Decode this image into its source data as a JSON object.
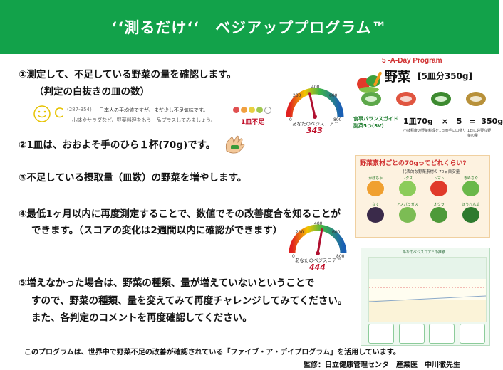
{
  "header": {
    "title": "‘‘測るだけ‘‘　ベジアッププログラム™"
  },
  "steps": [
    {
      "text": "①測定して、不足している野菜の量を確認します。"
    },
    {
      "text": "（判定の白抜きの皿の数）"
    },
    {
      "text": "②1皿は、おおよそ手のひら１杯(70g)です。"
    },
    {
      "text": "③不足している摂取量（皿数）の野菜を増やします。"
    },
    {
      "text": "④最低1ヶ月以内に再度測定することで、数値でその改善度合を知ることが"
    },
    {
      "text": "できます。（スコアの変化は2週間以内に確認ができます）"
    },
    {
      "text": "⑤増えなかった場合は、野菜の種類、量が増えていないということで"
    },
    {
      "text": "すので、野菜の種類、量を変えてみて再度チャレンジしてみてください。"
    },
    {
      "text": "また、各判定のコメントを再度確認してください。"
    }
  ],
  "judgement": {
    "range": "(287-354)",
    "comment1": "日本人の平均値ですが、まだ少し不足気味です。",
    "comment2": "小鉢やサラダなど、野菜料理をもう一品プラスしてみましょう。",
    "plates_label": "1皿不足",
    "plates_total": 5,
    "plates_short": 1
  },
  "gauge1": {
    "caption": "あなたのベジスコア™",
    "value": "343",
    "ticks": [
      "0",
      "200",
      "400",
      "600",
      "800"
    ],
    "score": 343
  },
  "gauge2": {
    "caption": "あなたのベジスコア™",
    "value": "444",
    "ticks": [
      "0",
      "200",
      "400",
      "600",
      "800"
    ],
    "score": 444
  },
  "panel1": {
    "title": "5 -A-Day Program",
    "main": "野菜",
    "sub": "[5皿分350g]",
    "formula_left": "1皿70g",
    "times": "×",
    "five": "5",
    "eq": "=",
    "total": "350g",
    "guide": "食事バランスガイド",
    "guide2": "副菜5つ(SV)",
    "note1": "小鉢程度の野菜料理を",
    "note2": "1日両手に山盛り",
    "note3": "1日に必要な野菜の量"
  },
  "panel2": {
    "title": "野菜素材ごとの70gってどれくらい?",
    "subtitle": "代表的な野菜素材の 70ｇ目安量",
    "items": [
      "かぼちゃ",
      "レタス",
      "トマト",
      "きぬさや",
      "なす",
      "アスパラガス",
      "オクラ",
      "ほうれん草"
    ]
  },
  "panel3": {
    "title": "あなのベジスコア™の推移"
  },
  "footer": {
    "line1": "このプログラムは、世界中で野菜不足の改善が確認されている「ファイブ・ア・デイプログラム」を活用しています。",
    "line2": "監修：日立健康管理センタ　産業医　中川徹先生"
  },
  "colors": {
    "header": "#12a24a",
    "accent": "#c0102a",
    "smile": "#e6c200"
  }
}
